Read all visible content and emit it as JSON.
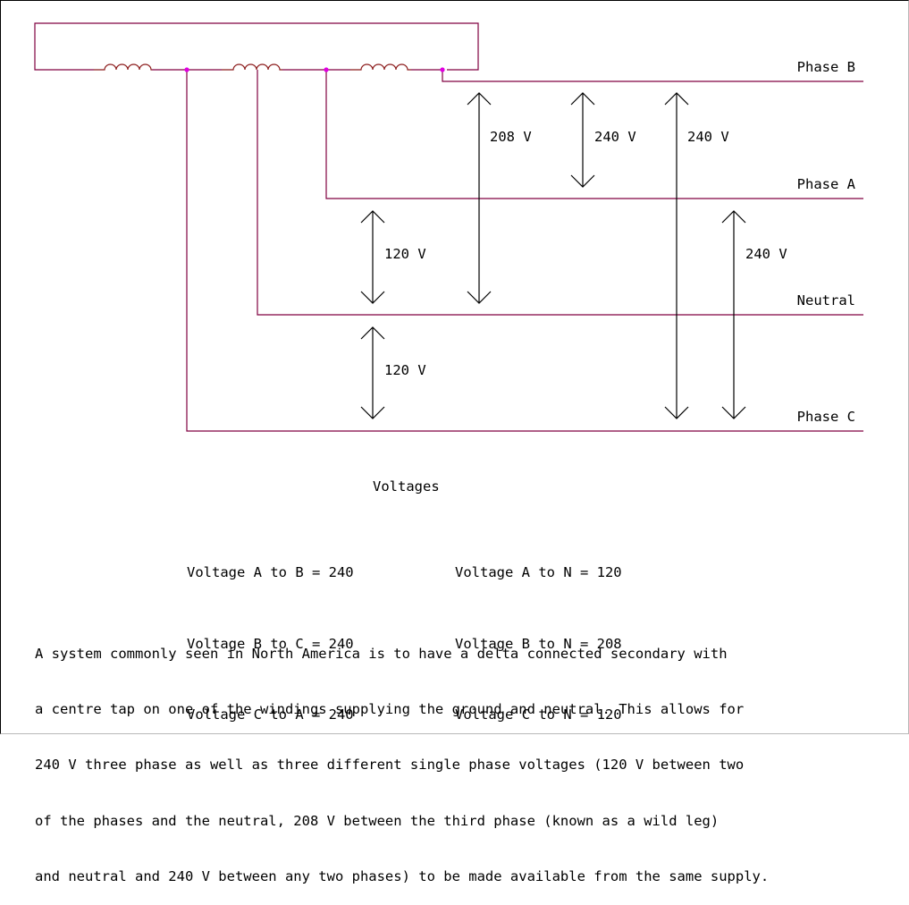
{
  "diagram": {
    "line_labels": {
      "phase_b": "Phase B",
      "phase_a": "Phase A",
      "neutral": "Neutral",
      "phase_c": "Phase C"
    },
    "measurements": {
      "v_208": "208 V",
      "v_240_ab": "240 V",
      "v_240_bc": "240 V",
      "v_120_an": "120 V",
      "v_240_ac": "240 V",
      "v_120_nc": "120 V"
    },
    "colors": {
      "conductor": "#800040",
      "coil": "#8b1a1a",
      "junction": "#e000e0",
      "arrow": "#000000"
    }
  },
  "voltages": {
    "heading": "Voltages",
    "left": [
      "Voltage A to B = 240",
      "Voltage B to C = 240",
      "Voltage C to A = 240"
    ],
    "right": [
      "Voltage A to N = 120",
      "Voltage B to N = 208",
      "Voltage C to N = 120"
    ]
  },
  "description": [
    "A system commonly seen in North America is to have a delta connected secondary with",
    "a centre tap on one of the windings supplying the ground and neutral. This allows for",
    "240 V three phase as well as three different single phase voltages (120 V between two",
    "of the phases and the neutral, 208 V between the third phase (known as a wild leg)",
    "and neutral and 240 V between any two phases) to be made available from the same supply."
  ]
}
